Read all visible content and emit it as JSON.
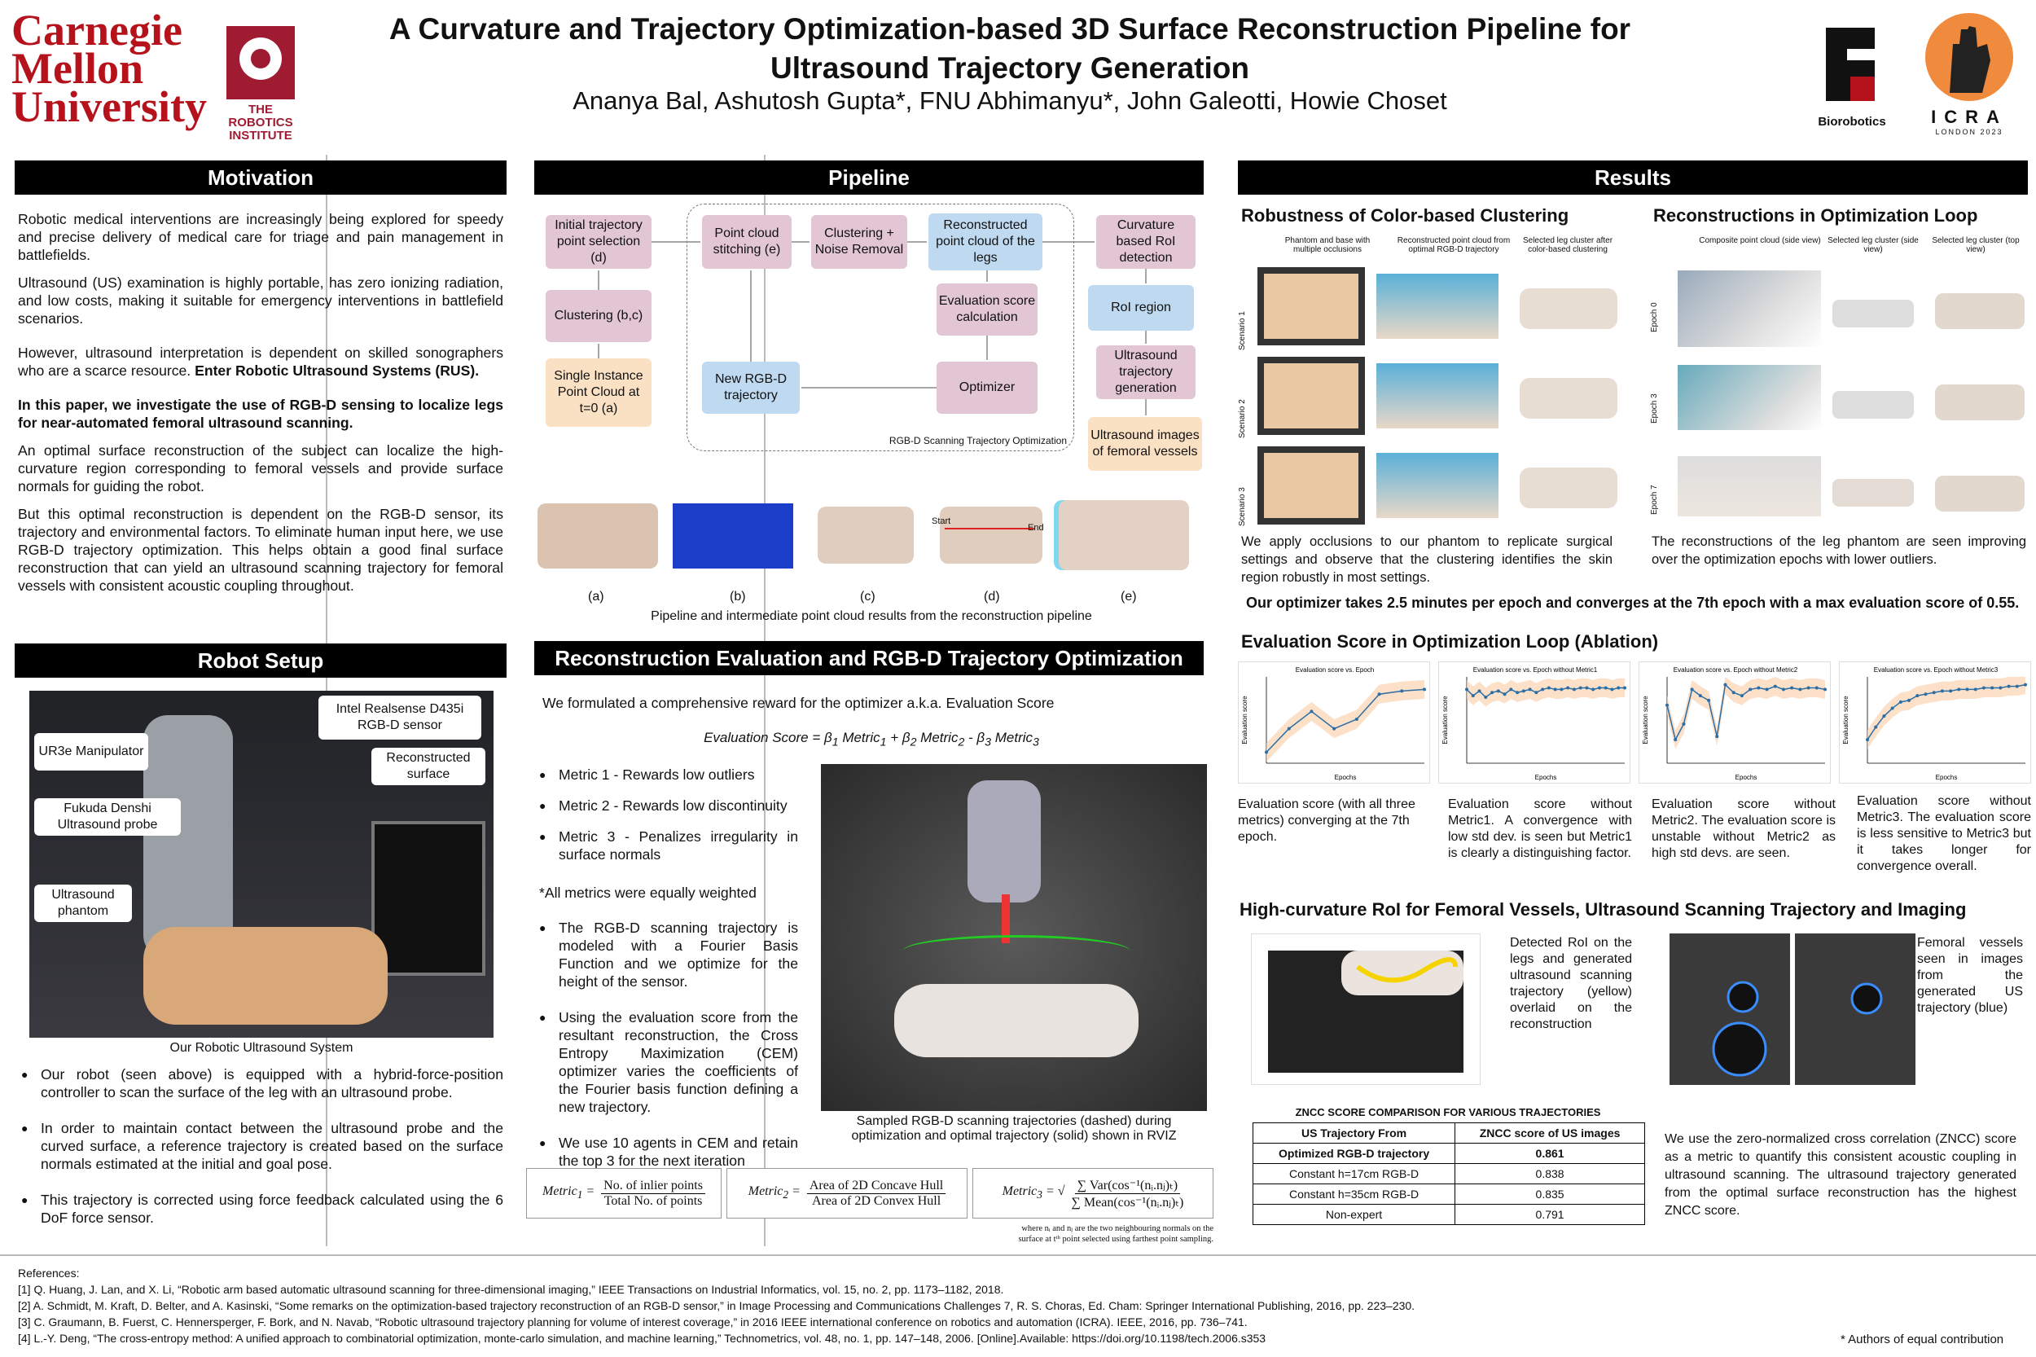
{
  "header": {
    "title": "A Curvature and Trajectory Optimization-based 3D Surface Reconstruction Pipeline for Ultrasound Trajectory Generation",
    "authors": "Ananya Bal, Ashutosh Gupta*, FNU Abhimanyu*, John Galeotti, Howie Choset",
    "cmu": "Carnegie Mellon University",
    "ri": "THE ROBOTICS INSTITUTE",
    "bio": "Biorobotics",
    "icra": "ICRA",
    "icra_sub": "LONDON 2023"
  },
  "motivation": {
    "title": "Motivation",
    "p1": "Robotic medical interventions are increasingly being explored for speedy and precise delivery of medical care for triage and pain management in battlefields.",
    "p2": "Ultrasound (US) examination is highly portable, has zero ionizing radiation, and low costs, making it suitable for emergency interventions in battlefield scenarios.",
    "p3a": "However, ultrasound interpretation is dependent on skilled sonographers who are a scarce resource.",
    "p3b": "Enter Robotic Ultrasound Systems (RUS).",
    "p4": "In this paper, we investigate the use of RGB-D sensing to localize legs for near-automated femoral ultrasound scanning.",
    "p5": "An optimal surface reconstruction of the subject can localize the high-curvature region corresponding to femoral vessels and provide surface normals for guiding the robot.",
    "p6": "But this optimal reconstruction is dependent on the RGB-D sensor, its trajectory and environmental factors. To eliminate human input here, we use RGB-D trajectory optimization. This helps obtain a good final surface reconstruction that can yield an ultrasound scanning trajectory for femoral vessels with consistent acoustic coupling throughout."
  },
  "robot": {
    "title": "Robot Setup",
    "labels": [
      "UR3e Manipulator",
      "Intel Realsense D435i RGB-D sensor",
      "Reconstructed surface",
      "Fukuda Denshi Ultrasound probe",
      "Ultrasound phantom"
    ],
    "caption": "Our Robotic Ultrasound System",
    "bullets": [
      "Our robot (seen above) is equipped with a hybrid-force-position controller to scan the surface of the leg with an ultrasound probe.",
      "In order to maintain contact between the ultrasound probe and the curved surface, a reference trajectory is created based on the surface normals estimated at the initial and goal pose.",
      "This trajectory is corrected using force feedback calculated using the 6 DoF force sensor."
    ]
  },
  "pipeline": {
    "title": "Pipeline",
    "boxes": {
      "init": "Initial trajectory point selection (d)",
      "cluster": "Clustering (b,c)",
      "single": "Single Instance Point Cloud at t=0 (a)",
      "stitch": "Point cloud stitching (e)",
      "noise": "Clustering + Noise Removal",
      "recon": "Reconstructed point cloud of the legs",
      "eval": "Evaluation score calculation",
      "opt": "Optimizer",
      "newtraj": "New RGB-D trajectory",
      "curv": "Curvature based RoI detection",
      "roi": "RoI region",
      "ustraj": "Ultrasound trajectory generation",
      "usimg": "Ultrasound images of femoral vessels"
    },
    "loop_label": "RGB-D Scanning Trajectory Optimization",
    "sub_labels": [
      "(a)",
      "(b)",
      "(c)",
      "(d)",
      "(e)"
    ],
    "start": "Start",
    "end": "End",
    "caption": "Pipeline and intermediate point cloud results from the reconstruction pipeline"
  },
  "recon": {
    "title": "Reconstruction Evaluation and RGB-D Trajectory Optimization",
    "intro": "We formulated a comprehensive reward for the optimizer a.k.a. Evaluation Score",
    "eq_parts": [
      "Evaluation Score = ",
      "β",
      "1",
      " Metric",
      "1",
      " + β",
      "2",
      " Metric",
      "2",
      " - β",
      "3",
      " Metric",
      "3"
    ],
    "bullets1": [
      "Metric 1 - Rewards low outliers",
      "Metric 2 - Rewards low discontinuity",
      "Metric 3 - Penalizes irregularity in surface normals"
    ],
    "note": "*All metrics were equally weighted",
    "bullets2": [
      "The RGB-D scanning trajectory is modeled with a Fourier Basis Function and we optimize for the height of the sensor.",
      "Using the evaluation score from the resultant reconstruction, the Cross Entropy Maximization (CEM) optimizer varies the coefficients of the Fourier basis function defining a new trajectory.",
      "We use 10 agents in CEM and retain the top 3 for the next iteration"
    ],
    "rviz_caption": "Sampled RGB-D scanning trajectories (dashed) during optimization and optimal trajectory (solid) shown in RVIZ",
    "m1": {
      "lhs": "Metric",
      "sub": "1",
      "num": "No. of inlier points",
      "den": "Total No. of points"
    },
    "m2": {
      "lhs": "Metric",
      "sub": "2",
      "num": "Area of 2D Concave Hull",
      "den": "Area of 2D Convex Hull"
    },
    "m3": {
      "lhs": "Metric",
      "sub": "3",
      "num": "∑ Var(cos⁻¹(nᵢ.nⱼ)ₜ)",
      "den": "∑ Mean(cos⁻¹(nᵢ.nⱼ)ₜ)"
    },
    "footnote1": "where nᵢ and nⱼ are the two neighbouring normals on the",
    "footnote2": "surface at tᵗʰ point selected using farthest point sampling."
  },
  "results": {
    "title": "Results",
    "clust_title": "Robustness of Color-based Clustering",
    "clust_cols": [
      "Phantom and base with multiple occlusions",
      "Reconstructed point cloud from optimal RGB-D trajectory",
      "Selected leg cluster after color-based clustering"
    ],
    "clust_rows": [
      "Scenario 1",
      "Scenario 2",
      "Scenario 3"
    ],
    "clust_text": "We apply occlusions to our phantom to replicate surgical settings and observe that the clustering identifies the skin region robustly in most settings.",
    "loop_title": "Reconstructions in Optimization Loop",
    "loop_cols": [
      "Composite point cloud (side view)",
      "Selected leg cluster (side view)",
      "Selected leg cluster (top view)"
    ],
    "loop_rows": [
      "Epoch 0",
      "Epoch 3",
      "Epoch 7"
    ],
    "loop_text": "The reconstructions of the leg phantom are seen improving over the optimization epochs with lower outliers.",
    "optimizer_stmt": "Our optimizer takes 2.5 minutes per epoch and converges at the 7th epoch with a max evaluation score of 0.55.",
    "ablation_title": "Evaluation Score in Optimization Loop (Ablation)",
    "ablation_captions": [
      "Evaluation score (with all three metrics) converging at the 7th epoch.",
      "Evaluation score without Metric1. A convergence with low std dev. is seen but Metric1 is clearly a distinguishing factor.",
      "Evaluation score without Metric2. The evaluation score is unstable without Metric2 as high std devs. are seen.",
      "Evaluation score without Metric3. The evaluation score is less sensitive to Metric3 but it takes longer for convergence overall."
    ],
    "hc_title": "High-curvature RoI for Femoral Vessels, Ultrasound Scanning Trajectory and Imaging",
    "hc_text1": "Detected RoI on the legs and generated ultrasound scanning trajectory (yellow) overlaid on the reconstruction",
    "hc_text2": "Femoral vessels seen in images from the generated US trajectory (blue)",
    "zncc_title": "ZNCC SCORE COMPARISON FOR VARIOUS TRAJECTORIES",
    "zncc_head": [
      "US Trajectory From",
      "ZNCC score of US images"
    ],
    "zncc_rows": [
      [
        "Optimized RGB-D trajectory",
        "0.861"
      ],
      [
        "Constant h=17cm RGB-D",
        "0.838"
      ],
      [
        "Constant h=35cm RGB-D",
        "0.835"
      ],
      [
        "Non-expert",
        "0.791"
      ]
    ],
    "zncc_text": "We use the zero-normalized cross correlation (ZNCC) score as a metric to quantify this consistent acoustic coupling in ultrasound scanning. The ultrasound trajectory generated from the optimal surface reconstruction has the highest ZNCC score."
  },
  "chart_data": [
    {
      "type": "line",
      "title": "Evaluation score vs. Epoch",
      "xlabel": "Epochs",
      "ylabel": "Evaluation score",
      "x": [
        0,
        1,
        2,
        3,
        4,
        5,
        6,
        7
      ],
      "values": [
        0.12,
        0.27,
        0.38,
        0.27,
        0.33,
        0.49,
        0.51,
        0.52
      ]
    },
    {
      "type": "line",
      "title": "Evaluation score vs. Epoch without Metric1",
      "xlabel": "Epochs",
      "ylabel": "Evaluation score",
      "x": [
        0,
        1,
        2,
        3,
        4,
        5,
        6,
        7,
        8,
        9,
        10,
        11,
        12,
        13,
        14,
        15,
        16,
        17,
        18,
        19,
        20,
        21,
        22,
        23,
        24,
        25
      ],
      "values": [
        0.52,
        0.48,
        0.51,
        0.47,
        0.5,
        0.51,
        0.49,
        0.52,
        0.5,
        0.51,
        0.52,
        0.5,
        0.52,
        0.53,
        0.52,
        0.52,
        0.53,
        0.52,
        0.53,
        0.53,
        0.52,
        0.53,
        0.53,
        0.52,
        0.53,
        0.53
      ]
    },
    {
      "type": "line",
      "title": "Evaluation score vs. Epoch without Metric2",
      "xlabel": "Epochs",
      "ylabel": "Evaluation score",
      "x": [
        0,
        1,
        2,
        3,
        4,
        5,
        6,
        7,
        8,
        9,
        10,
        11,
        12,
        13,
        14,
        15,
        16,
        17,
        18,
        19
      ],
      "values": [
        0.42,
        0.2,
        0.3,
        0.52,
        0.48,
        0.45,
        0.22,
        0.55,
        0.5,
        0.48,
        0.52,
        0.53,
        0.52,
        0.54,
        0.52,
        0.53,
        0.52,
        0.53,
        0.53,
        0.52
      ]
    },
    {
      "type": "line",
      "title": "Evaluation score vs. Epoch without Metric3",
      "xlabel": "Epochs",
      "ylabel": "Evaluation score",
      "x": [
        0,
        1,
        2,
        3,
        4,
        5,
        6,
        7,
        8,
        9,
        10,
        11,
        12,
        13,
        14,
        15,
        16,
        17,
        18,
        19
      ],
      "values": [
        0.2,
        0.28,
        0.35,
        0.4,
        0.44,
        0.45,
        0.48,
        0.49,
        0.5,
        0.51,
        0.51,
        0.52,
        0.52,
        0.52,
        0.53,
        0.53,
        0.53,
        0.54,
        0.54,
        0.55
      ]
    }
  ],
  "references": {
    "title": "References:",
    "items": [
      "[1] Q. Huang, J. Lan, and X. Li, “Robotic arm based automatic ultrasound scanning for three-dimensional imaging,” IEEE Transactions on Industrial Informatics, vol. 15, no. 2, pp. 1173–1182, 2018.",
      "[2] A. Schmidt, M. Kraft, D. Belter, and A. Kasinski, “Some remarks on the optimization-based trajectory reconstruction of an RGB-D sensor,” in Image Processing and Communications Challenges 7, R. S. Choras, Ed. Cham: Springer International Publishing, 2016, pp. 223–230.",
      "[3] C. Graumann, B. Fuerst, C. Hennersperger, F. Bork, and N. Navab, “Robotic ultrasound trajectory planning for volume of interest coverage,” in 2016 IEEE international conference on robotics and automation (ICRA). IEEE, 2016, pp. 736–741.",
      "[4] L.-Y. Deng, “The cross-entropy method: A unified approach to combinatorial optimization, monte-carlo simulation, and machine learning,” Technometrics, vol. 48, no. 1, pp. 147–148, 2006. [Online].Available: https://doi.org/10.1198/tech.2006.s353"
    ],
    "equal": "* Authors of equal contribution"
  },
  "colors": {
    "cmu_red": "#b5121b",
    "box_pink": "#e2c6d3",
    "box_blue": "#bfd9f1",
    "box_peach": "#fbe1c4"
  }
}
